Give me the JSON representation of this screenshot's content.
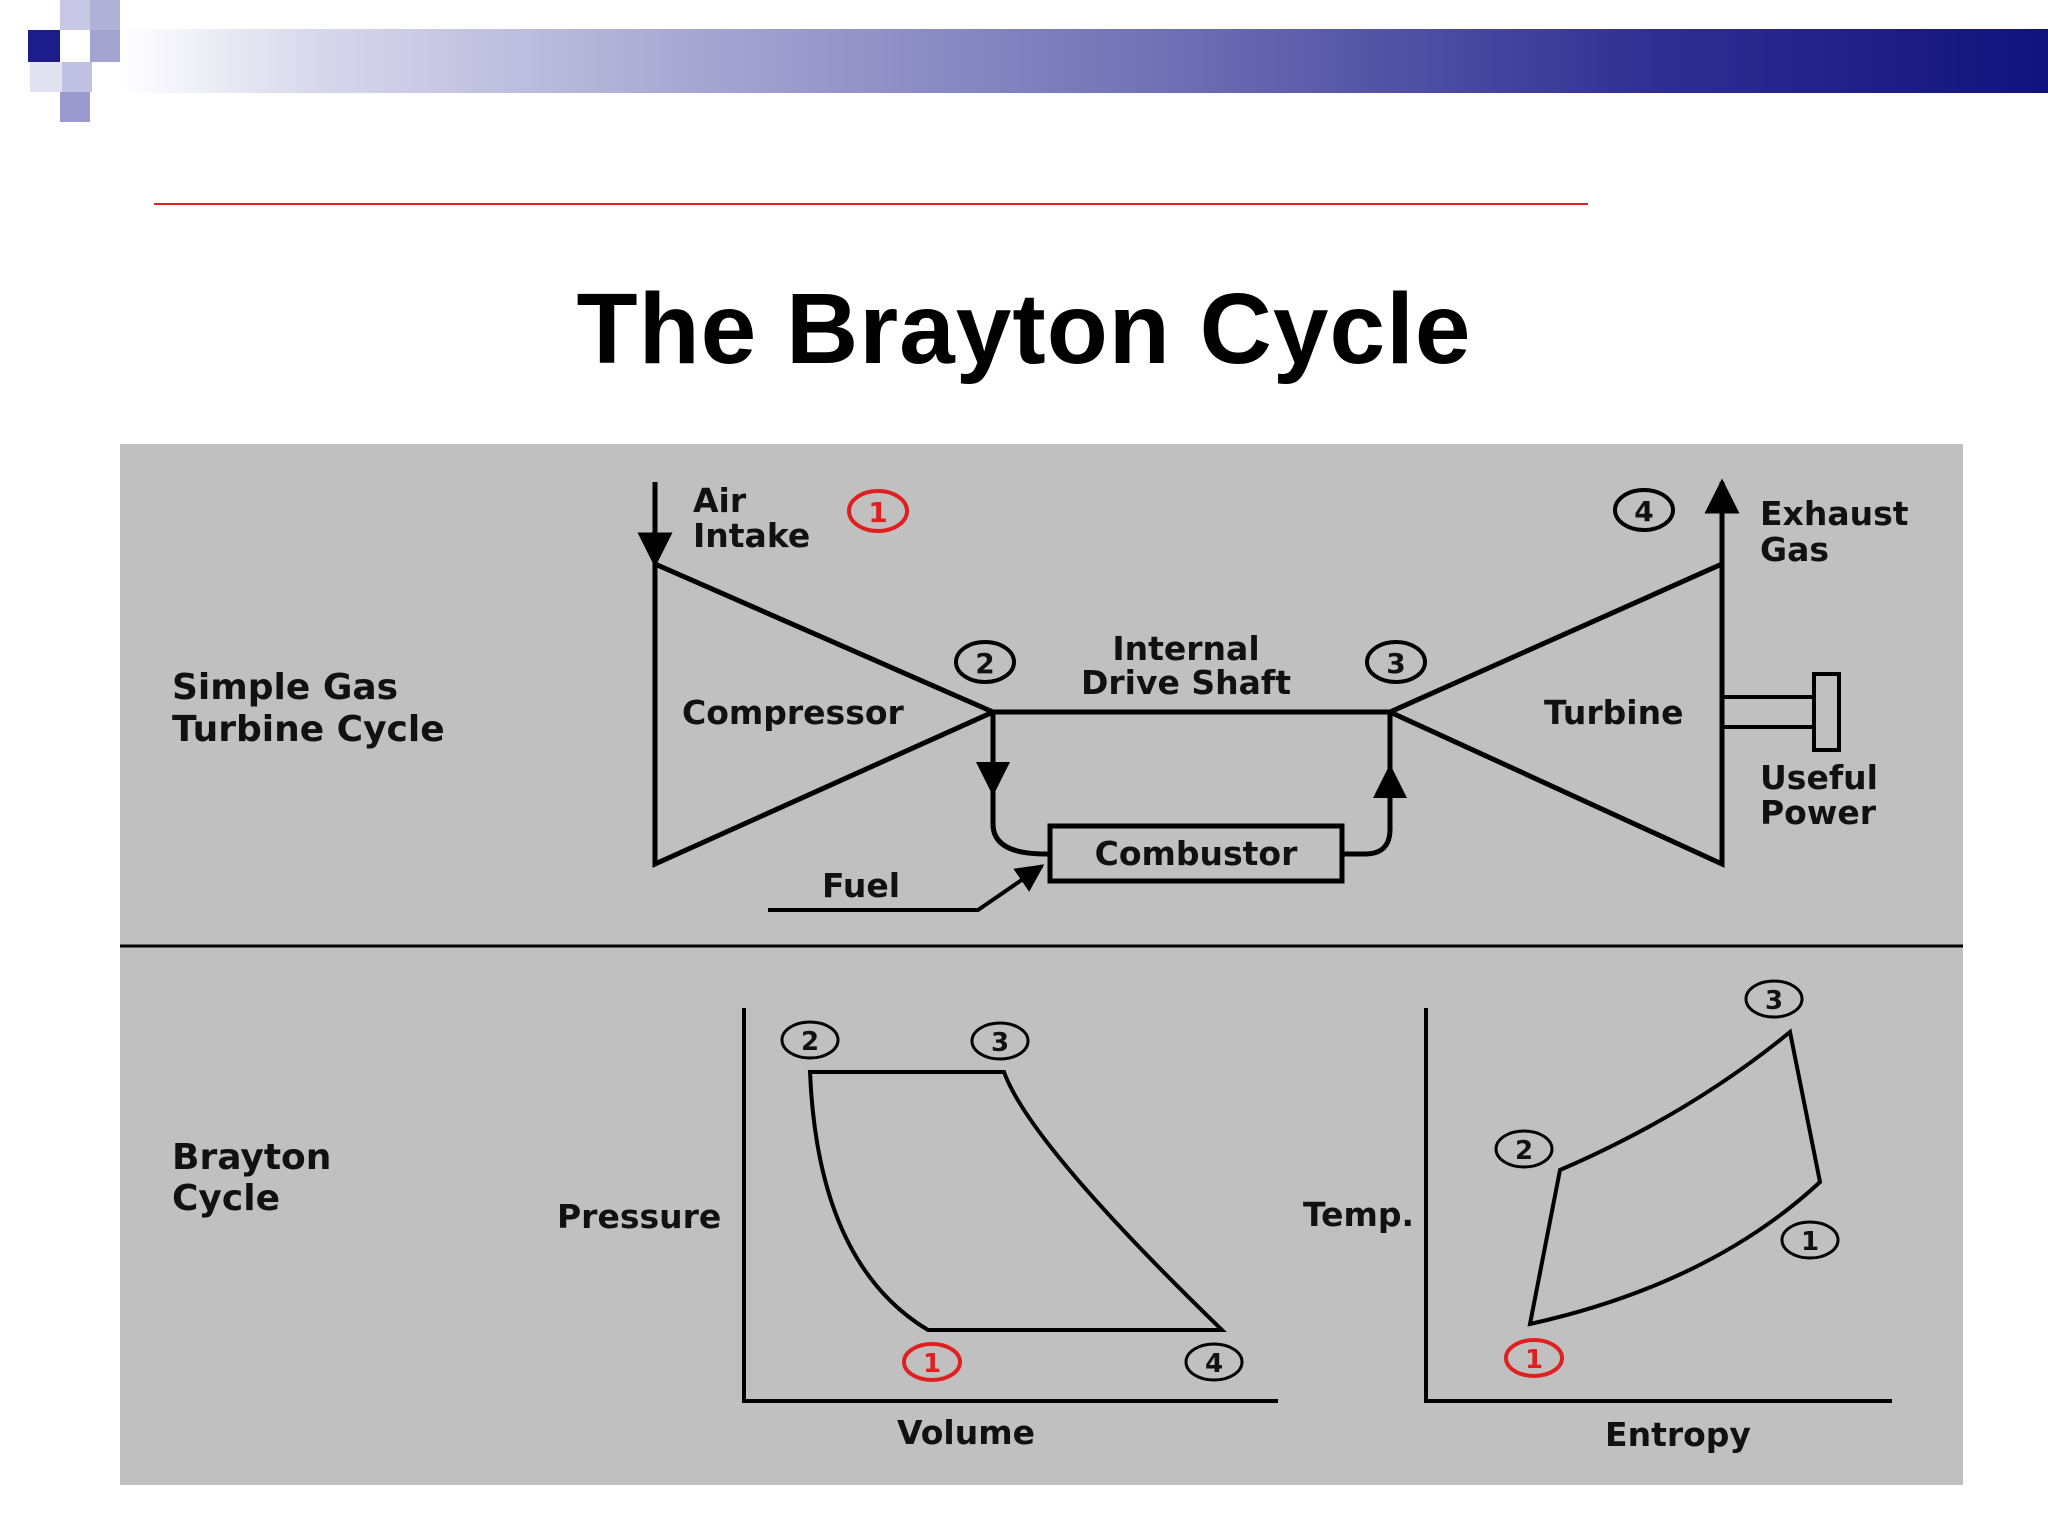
{
  "slide": {
    "title": "The Brayton Cycle"
  },
  "colors": {
    "accent_red": "#e02020",
    "header_navy": "#12127c",
    "panel_gray": "#c0c0c0"
  },
  "schematic": {
    "section_label_line1": "Simple Gas",
    "section_label_line2": "Turbine Cycle",
    "air_intake_line1": "Air",
    "air_intake_line2": "Intake",
    "compressor": "Compressor",
    "shaft_line1": "Internal",
    "shaft_line2": "Drive Shaft",
    "combustor": "Combustor",
    "fuel": "Fuel",
    "turbine": "Turbine",
    "exhaust_line1": "Exhaust",
    "exhaust_line2": "Gas",
    "useful_power_line1": "Useful",
    "useful_power_line2": "Power",
    "state_1": "1",
    "state_2": "2",
    "state_3": "3",
    "state_4": "4"
  },
  "cycle": {
    "section_label_line1": "Brayton",
    "section_label_line2": "Cycle",
    "pv": {
      "ylabel": "Pressure",
      "xlabel": "Volume",
      "points": [
        "1",
        "2",
        "3",
        "4"
      ]
    },
    "ts": {
      "ylabel": "Temp.",
      "xlabel": "Entropy",
      "points": [
        "1",
        "2",
        "3",
        "1"
      ]
    }
  }
}
